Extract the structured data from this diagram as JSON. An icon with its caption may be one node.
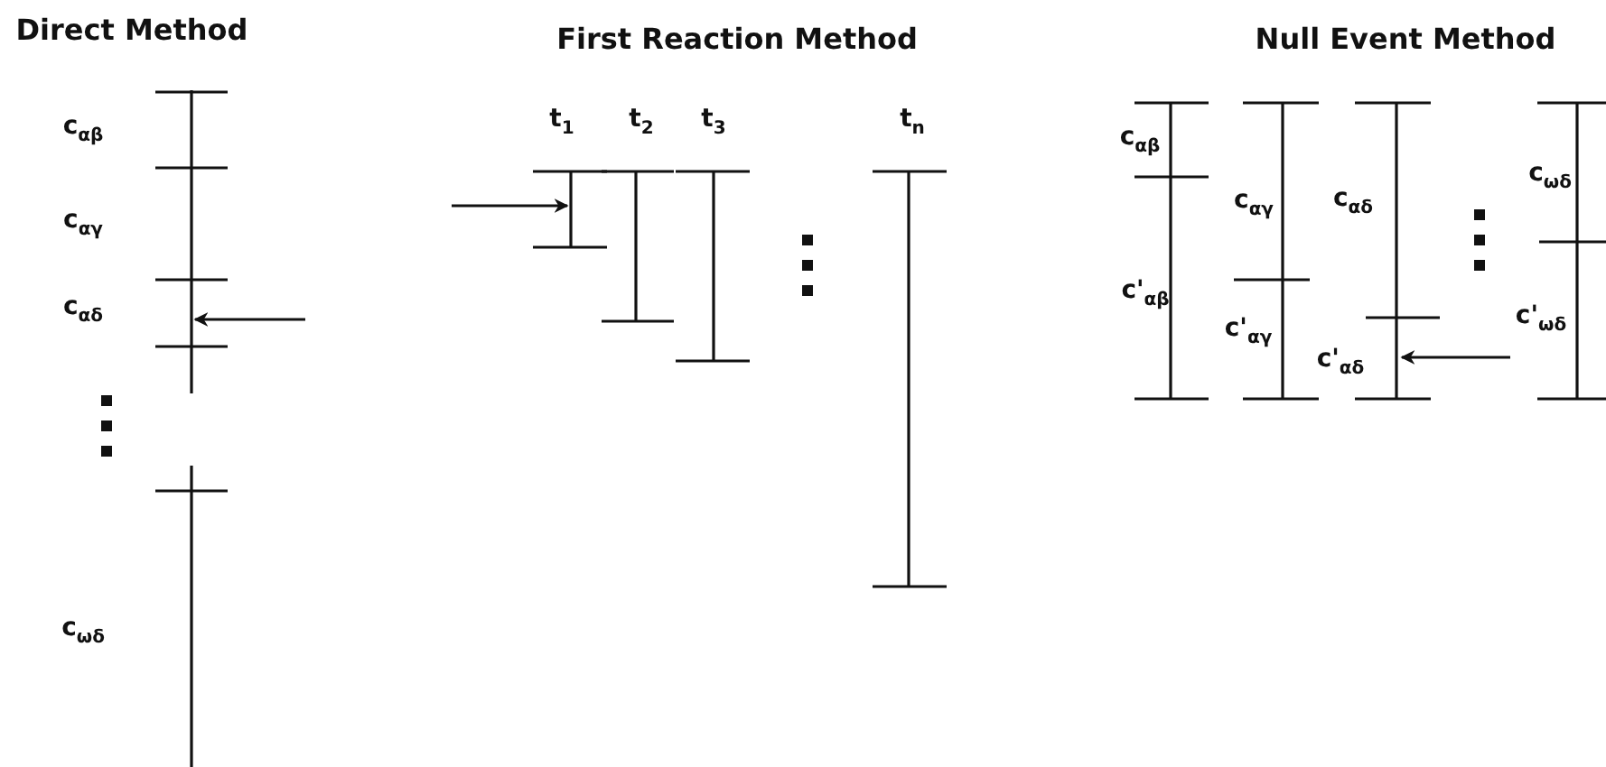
{
  "diagram": {
    "labels": [
      "Direct Method",
      "c$_{αβ}$",
      "c$_{αγ}$",
      "c$_{αδ}$",
      "c$_{ωδ}$",
      "First Reaction Method",
      "t$_{1}$",
      "t$_{2}$",
      "t$_{3}$",
      "t$_{n}$",
      "Null Event Method",
      "c$_{αβ}$",
      "c'$_{αβ}$",
      "c$_{αγ}$",
      "c'$_{αγ}$",
      "c$_{αδ}$",
      "c'$_{αδ}$",
      "c$_{ωδ}$",
      "c'$_{ωδ}$"
    ]
  }
}
